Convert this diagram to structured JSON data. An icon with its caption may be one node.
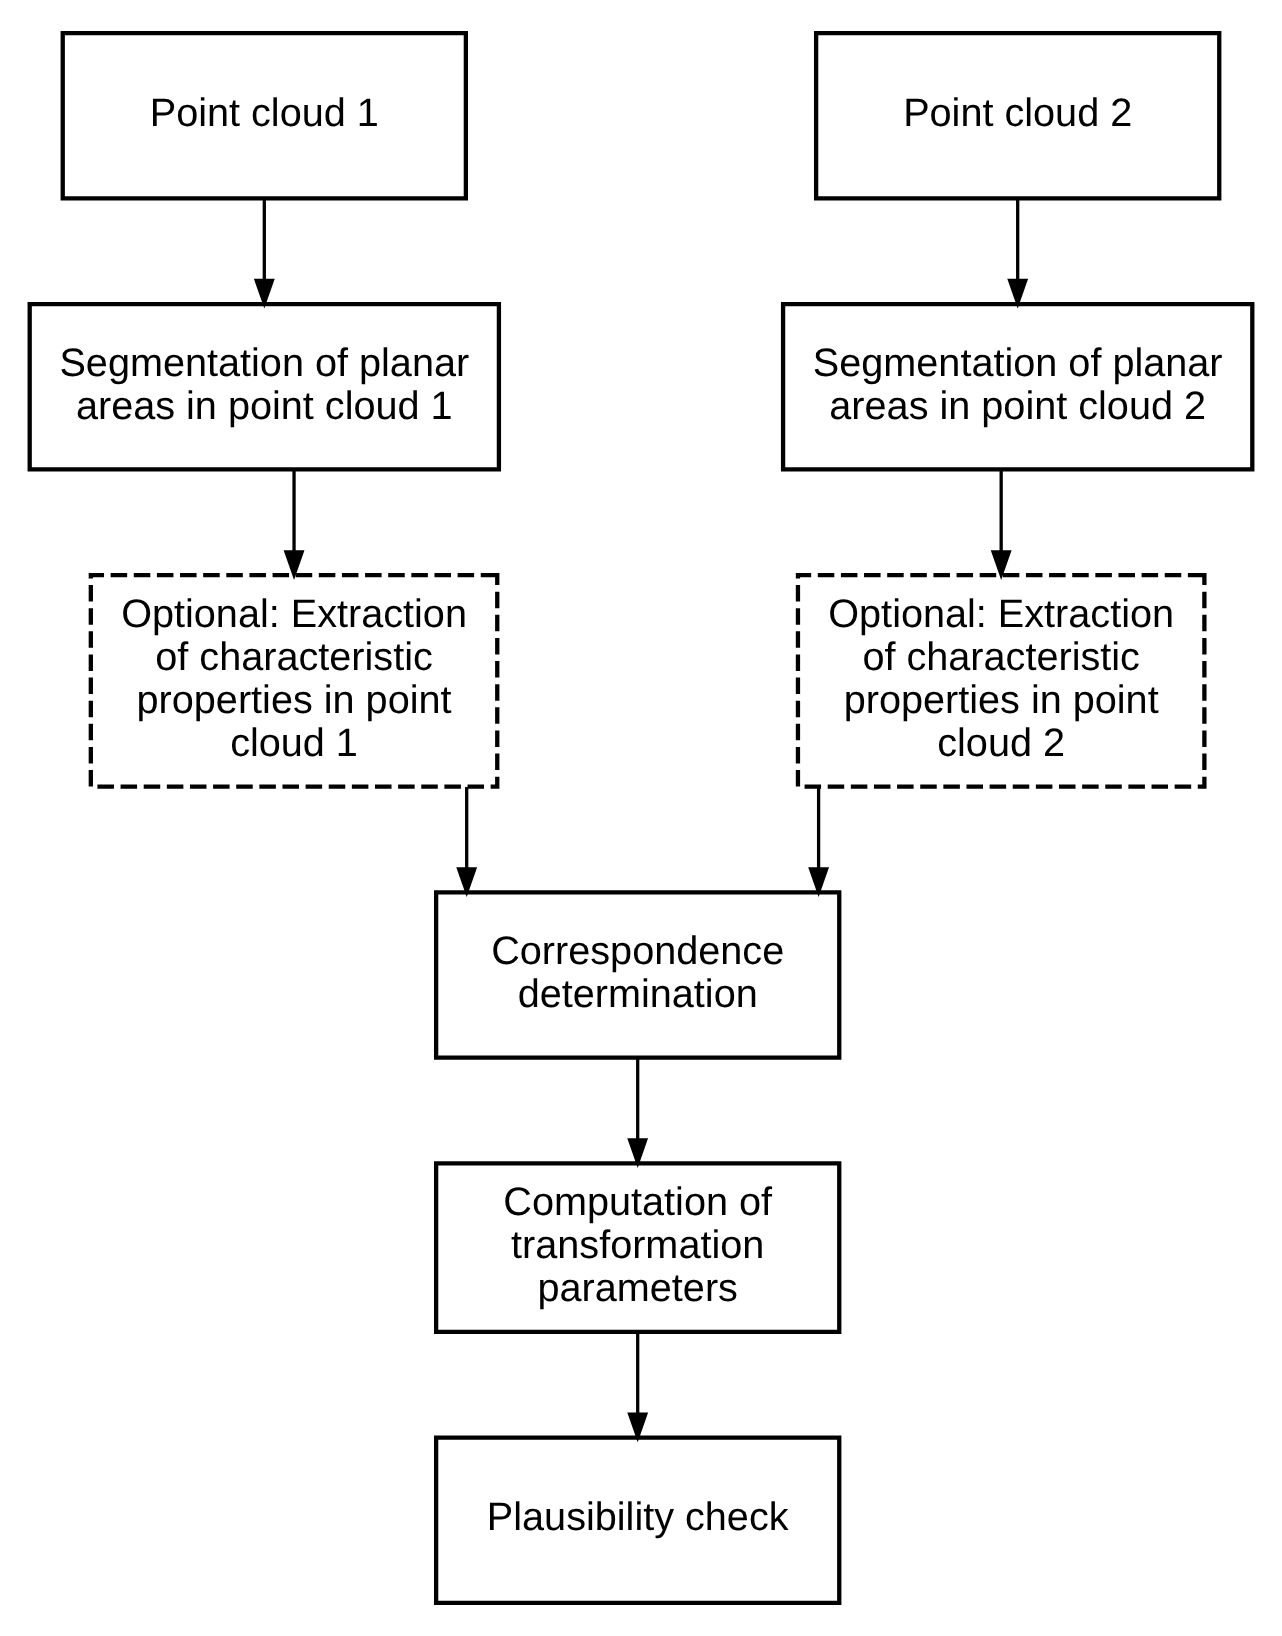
{
  "diagram": {
    "nodes": [
      {
        "text": [
          "Point cloud 1"
        ]
      },
      {
        "text": [
          "Point cloud 2"
        ]
      },
      {
        "text": [
          "Segmentation of planar areas in point cloud 1"
        ]
      },
      {
        "text": [
          "Segmentation of planar areas in point cloud 2"
        ]
      },
      {
        "text": [
          "Optional: Extraction of characteristic properties in point cloud 1"
        ]
      },
      {
        "text": [
          "Optional: Extraction of characteristic properties in point cloud 2"
        ]
      },
      {
        "text": [
          "Correspondence determination"
        ]
      },
      {
        "text": [
          "Computation of transformation parameters"
        ]
      },
      {
        "text": [
          "Plausibility check"
        ]
      }
    ],
    "edges": [
      {
        "from": 0,
        "to": 2,
        "arrow": "to"
      },
      {
        "from": 1,
        "to": 3,
        "arrow": "to"
      },
      {
        "from": 2,
        "to": 4,
        "arrow": "to"
      },
      {
        "from": 3,
        "to": 5,
        "arrow": "to"
      },
      {
        "from": 4,
        "to": 6,
        "arrow": "to"
      },
      {
        "from": 5,
        "to": 6,
        "arrow": "to"
      },
      {
        "from": 6,
        "to": 7,
        "arrow": "to"
      },
      {
        "from": 7,
        "to": 8,
        "arrow": "to"
      }
    ]
  }
}
